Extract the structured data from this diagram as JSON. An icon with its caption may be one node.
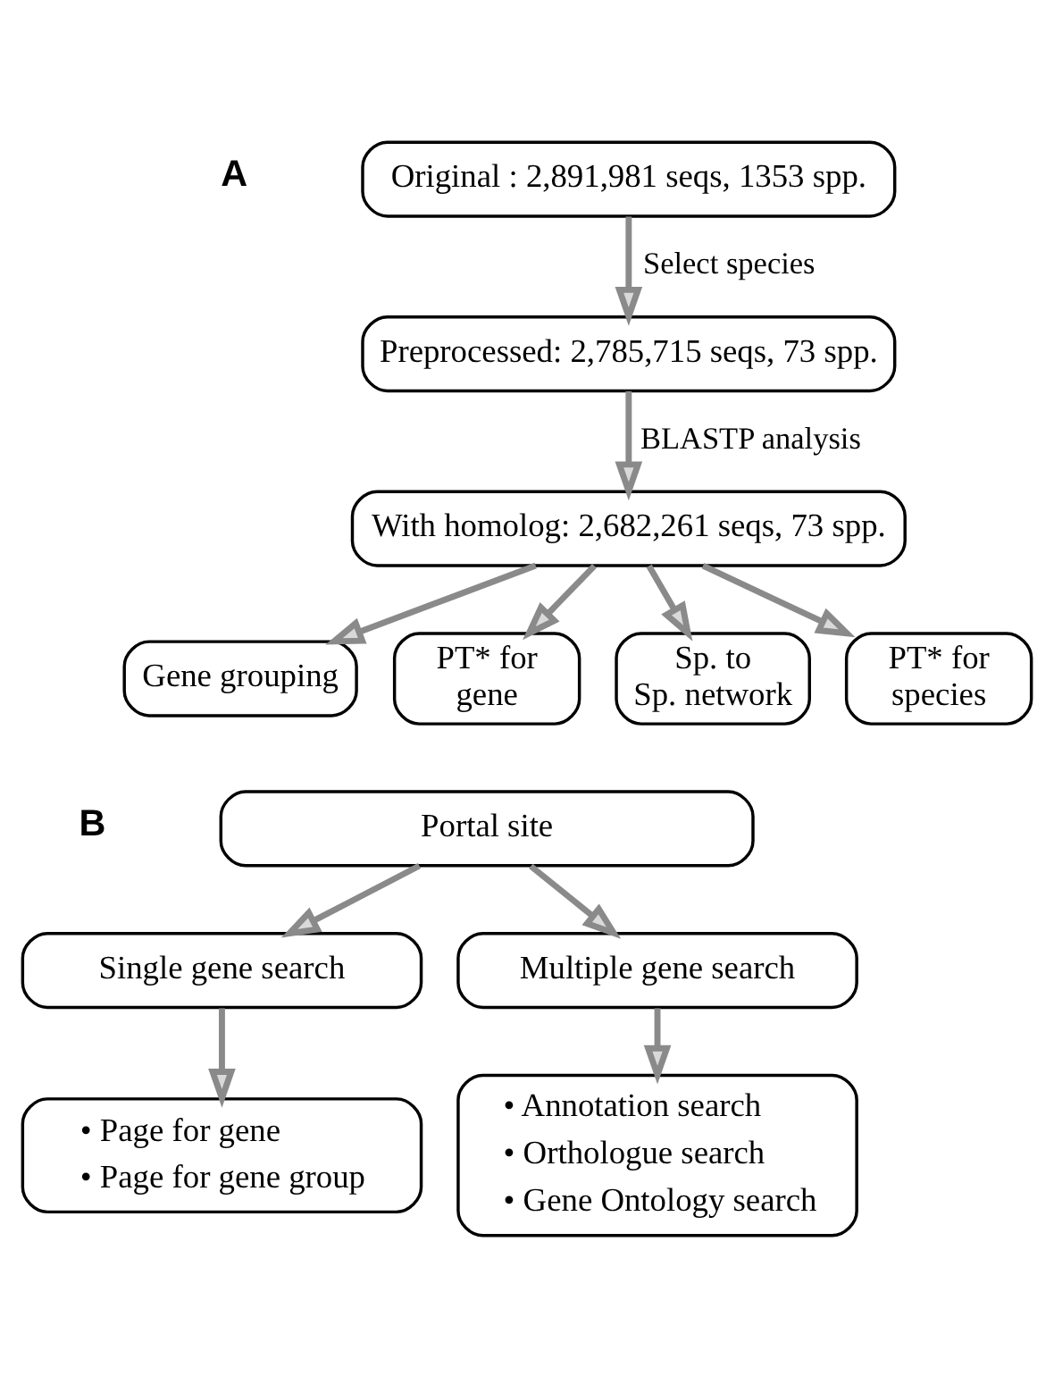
{
  "diagram": {
    "nodes": [
      {
        "text": [
          "Original : 2,891,981 seqs, 1353 spp."
        ]
      },
      {
        "text": [
          "Preprocessed: 2,785,715 seqs, 73 spp."
        ]
      },
      {
        "text": [
          "With homolog: 2,682,261 seqs, 73 spp."
        ]
      },
      {
        "text": [
          "Gene grouping"
        ]
      },
      {
        "text": [
          "PT* for gene"
        ]
      },
      {
        "text": [
          "Sp. to Sp. network"
        ]
      },
      {
        "text": [
          "PT* for species"
        ]
      },
      {
        "text": [
          "Portal site"
        ]
      },
      {
        "text": [
          "Single gene search"
        ]
      },
      {
        "text": [
          "Multiple gene search"
        ]
      },
      {
        "text": [
          "• Page for gene",
          "• Page for gene group"
        ]
      },
      {
        "text": [
          "• Annotation search",
          "• Orthologue search",
          "• Gene Ontology search"
        ]
      }
    ],
    "edges": [
      {
        "from": 0,
        "to": 1,
        "arrow": "to",
        "label": "Select species"
      },
      {
        "from": 1,
        "to": 2,
        "arrow": "to",
        "label": "BLASTP analysis"
      },
      {
        "from": 2,
        "to": 3,
        "arrow": "to"
      },
      {
        "from": 2,
        "to": 4,
        "arrow": "to"
      },
      {
        "from": 2,
        "to": 5,
        "arrow": "to"
      },
      {
        "from": 2,
        "to": 6,
        "arrow": "to"
      },
      {
        "from": 7,
        "to": 8,
        "arrow": "to"
      },
      {
        "from": 7,
        "to": 9,
        "arrow": "to"
      },
      {
        "from": 8,
        "to": 10,
        "arrow": "to"
      },
      {
        "from": 9,
        "to": 11,
        "arrow": "to"
      }
    ],
    "labels": [
      "A",
      "B"
    ]
  }
}
